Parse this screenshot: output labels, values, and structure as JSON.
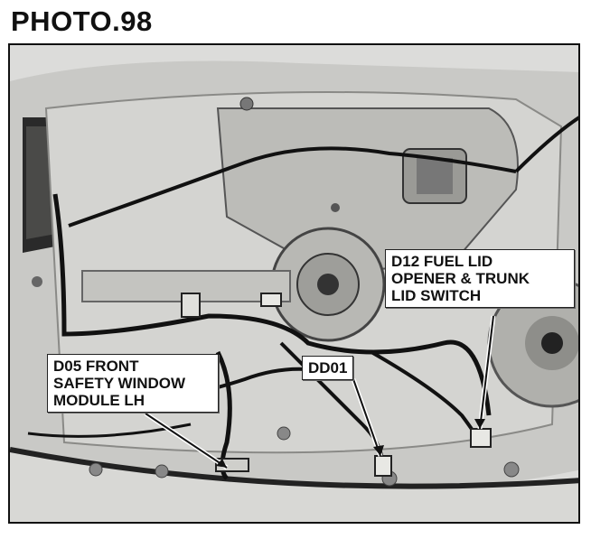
{
  "header": {
    "title": "PHOTO.98"
  },
  "callouts": {
    "d12": "D12 FUEL LID\nOPENER & TRUNK\nLID SWITCH",
    "d05": "D05 FRONT\nSAFETY WINDOW\nMODULE LH",
    "dd01": "DD01"
  },
  "photo": {
    "subject": "door-panel-wiring-photo"
  }
}
